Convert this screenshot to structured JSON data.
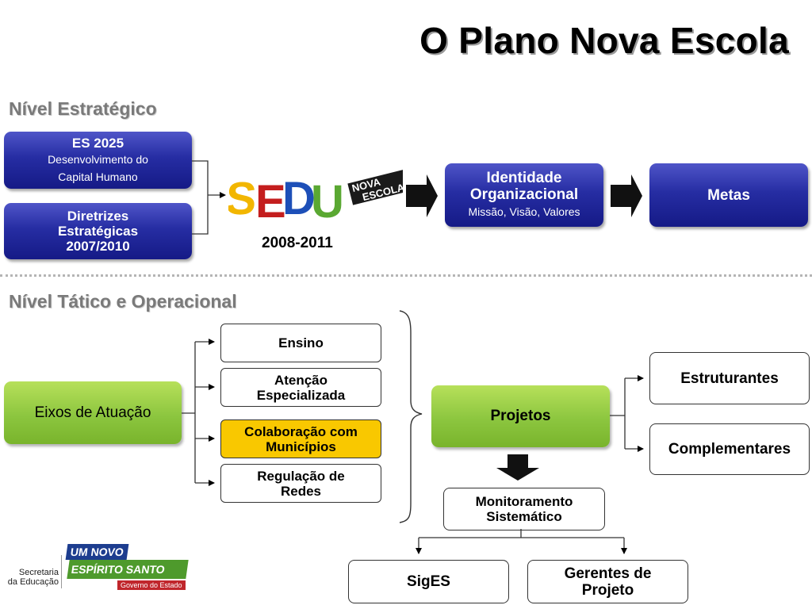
{
  "title": "O Plano Nova Escola",
  "strategic": {
    "heading": "Nível Estratégico",
    "es2025": {
      "title": "ES 2025",
      "line1": "Desenvolvimento do",
      "line2": "Capital Humano"
    },
    "diretrizes": {
      "line1": "Diretrizes",
      "line2": "Estratégicas",
      "line3": "2007/2010"
    },
    "logo": {
      "sedu": "SEDU",
      "nova": "NOVA",
      "escola": "ESCOLA"
    },
    "period": "2008-2011",
    "identidade": {
      "line1": "Identidade",
      "line2": "Organizacional",
      "sub": "Missão, Visão, Valores"
    },
    "metas": "Metas"
  },
  "tactical": {
    "heading": "Nível Tático e Operacional",
    "eixos": "Eixos de Atuação",
    "items": [
      {
        "line1": "Ensino",
        "line2": ""
      },
      {
        "line1": "Atenção",
        "line2": "Especializada"
      },
      {
        "line1": "Colaboração com",
        "line2": "Municípios"
      },
      {
        "line1": "Regulação de",
        "line2": "Redes"
      }
    ],
    "projetos": "Projetos",
    "estruturantes": "Estruturantes",
    "complementares": "Complementares",
    "monitoramento": {
      "line1": "Monitoramento",
      "line2": "Sistemático"
    },
    "siges": "SigES",
    "gerentes": {
      "line1": "Gerentes de",
      "line2": "Projeto"
    }
  },
  "footer": {
    "secretaria1": "Secretaria",
    "secretaria2": "da Educação",
    "um_novo": "UM NOVO",
    "espirito_santo": "ESPÍRITO SANTO",
    "governo": "Governo do Estado"
  },
  "colors": {
    "blue": "#1d2290",
    "green": "#8cc63f",
    "yellow": "#f9c800",
    "heading_gray": "#7a7a7a"
  }
}
